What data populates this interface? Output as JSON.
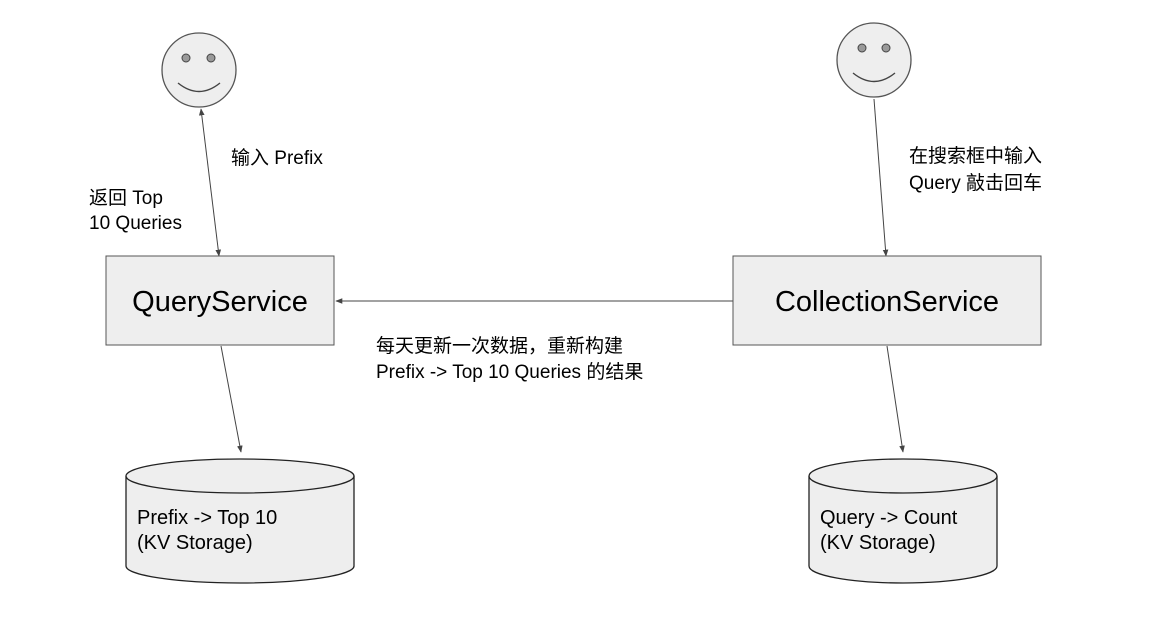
{
  "nodes": {
    "query_service": {
      "label": "QueryService"
    },
    "collection_service": {
      "label": "CollectionService"
    }
  },
  "storages": {
    "prefix_storage": {
      "lines": [
        "Prefix -> Top 10",
        "(KV Storage)"
      ]
    },
    "query_storage": {
      "lines": [
        "Query -> Count",
        "(KV Storage)"
      ]
    }
  },
  "annotations": {
    "input_prefix": {
      "lines": [
        "输入 Prefix"
      ]
    },
    "return_top": {
      "lines": [
        "返回 Top",
        "10 Queries"
      ]
    },
    "search_input": {
      "lines": [
        "在搜索框中输入",
        "Query 敲击回车"
      ]
    },
    "daily_rebuild": {
      "lines": [
        "每天更新一次数据，重新构建",
        "Prefix -> Top 10 Queries 的结果"
      ]
    }
  },
  "colors": {
    "box_fill": "#eeeeee",
    "box_border": "#555555",
    "arrow": "#444444"
  },
  "icons": {
    "left_user": "smiley-face-icon",
    "right_user": "smiley-face-icon"
  }
}
